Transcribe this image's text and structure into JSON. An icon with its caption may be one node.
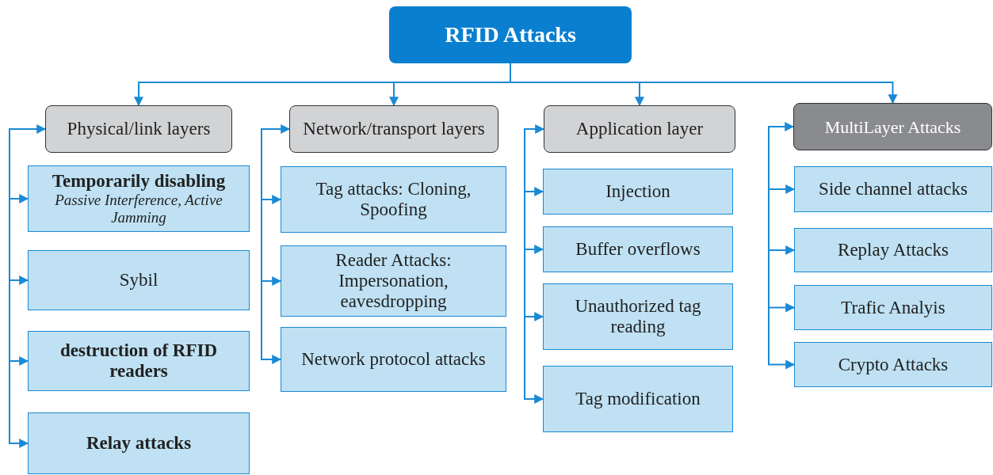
{
  "diagram": {
    "nodes": [
      {
        "text": [
          "RFID Attacks"
        ]
      },
      {
        "text": [
          "Physical/link layers"
        ]
      },
      {
        "text": [
          "Network/transport layers"
        ]
      },
      {
        "text": [
          "Application layer"
        ]
      },
      {
        "text": [
          "MultiLayer Attacks"
        ]
      },
      {
        "text": [
          "Temporarily disabling",
          "Passive Interference, Active Jamming"
        ]
      },
      {
        "text": [
          "Sybil"
        ]
      },
      {
        "text": [
          "destruction of RFID readers"
        ]
      },
      {
        "text": [
          "Relay attacks"
        ]
      },
      {
        "text": [
          "Tag attacks: Cloning, Spoofing"
        ]
      },
      {
        "text": [
          "Reader Attacks: Impersonation, eavesdropping"
        ]
      },
      {
        "text": [
          "Network protocol attacks"
        ]
      },
      {
        "text": [
          "Injection"
        ]
      },
      {
        "text": [
          "Buffer overflows"
        ]
      },
      {
        "text": [
          "Unauthorized tag reading"
        ]
      },
      {
        "text": [
          "Tag modification"
        ]
      },
      {
        "text": [
          "Side channel attacks"
        ]
      },
      {
        "text": [
          "Replay Attacks"
        ]
      },
      {
        "text": [
          "Trafic Analyis"
        ]
      },
      {
        "text": [
          "Crypto Attacks"
        ]
      }
    ],
    "edges": [
      {
        "from": 0,
        "to": 1,
        "arrow": "to"
      },
      {
        "from": 0,
        "to": 2,
        "arrow": "to"
      },
      {
        "from": 0,
        "to": 3,
        "arrow": "to"
      },
      {
        "from": 0,
        "to": 4,
        "arrow": "to"
      },
      {
        "from": null,
        "to": 1,
        "arrow": "to"
      },
      {
        "from": 1,
        "to": 5,
        "arrow": "to"
      },
      {
        "from": 1,
        "to": 6,
        "arrow": "to"
      },
      {
        "from": 1,
        "to": 7,
        "arrow": "to"
      },
      {
        "from": 1,
        "to": 8,
        "arrow": "to"
      },
      {
        "from": null,
        "to": 2,
        "arrow": "to"
      },
      {
        "from": 2,
        "to": 9,
        "arrow": "to"
      },
      {
        "from": 2,
        "to": 10,
        "arrow": "to"
      },
      {
        "from": 2,
        "to": 11,
        "arrow": "to"
      },
      {
        "from": null,
        "to": 3,
        "arrow": "to"
      },
      {
        "from": 3,
        "to": 12,
        "arrow": "to"
      },
      {
        "from": 3,
        "to": 13,
        "arrow": "to"
      },
      {
        "from": 3,
        "to": 14,
        "arrow": "to"
      },
      {
        "from": 3,
        "to": 15,
        "arrow": "to"
      },
      {
        "from": null,
        "to": 4,
        "arrow": "to"
      },
      {
        "from": 4,
        "to": 16,
        "arrow": "to"
      },
      {
        "from": 4,
        "to": 17,
        "arrow": "to"
      },
      {
        "from": 4,
        "to": 18,
        "arrow": "to"
      },
      {
        "from": 4,
        "to": 19,
        "arrow": "to"
      }
    ]
  }
}
